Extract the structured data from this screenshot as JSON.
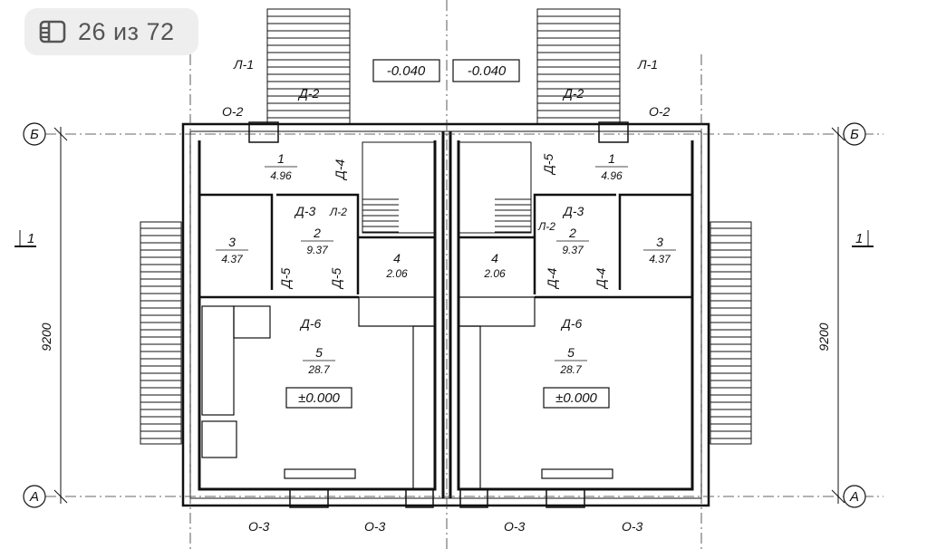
{
  "counter": {
    "text": "26 из 72",
    "icon": "gallery-icon"
  },
  "axes": {
    "top": "Б",
    "bottom": "А",
    "dimension": "9200",
    "section_left": "1",
    "section_right": "1"
  },
  "levels": {
    "outside_left": "-0.040",
    "outside_right": "-0.040",
    "floor_left": "±0.000",
    "floor_right": "±0.000"
  },
  "marks": {
    "l1": "Л-1",
    "l2": "Л-2",
    "o2": "О-2",
    "o3": "О-3",
    "d2": "Д-2",
    "d3": "Д-3",
    "d4": "Д-4",
    "d5": "Д-5",
    "d6": "Д-6"
  },
  "rooms": [
    {
      "num": "1",
      "area": "4.96"
    },
    {
      "num": "2",
      "area": "9.37"
    },
    {
      "num": "3",
      "area": "4.37"
    },
    {
      "num": "4",
      "area": "2.06"
    },
    {
      "num": "5",
      "area": "28.7"
    }
  ],
  "colors": {
    "line": "#111111",
    "axis": "#333333",
    "badge_bg": "#eeeeee",
    "badge_text": "#555555"
  }
}
